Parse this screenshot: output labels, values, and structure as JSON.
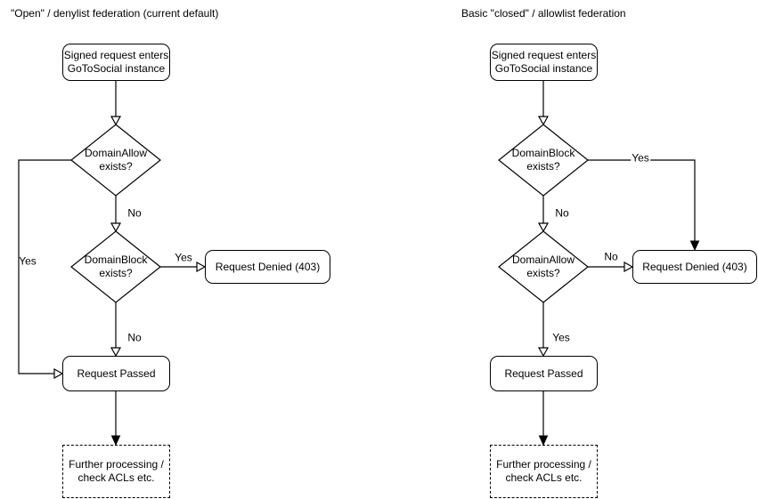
{
  "colors": {
    "stroke": "#000000",
    "background": "#ffffff",
    "text": "#000000"
  },
  "diagram_left": {
    "title": "\"Open\" / denylist federation (current default)",
    "nodes": {
      "start": "Signed request enters\nGoToSocial instance",
      "decision1": "DomainAllow\nexists?",
      "decision2": "DomainBlock\nexists?",
      "denied": "Request Denied (403)",
      "passed": "Request Passed",
      "further": "Further processing /\ncheck ACLs etc."
    },
    "edge_labels": {
      "decision1_yes": "Yes",
      "decision1_no": "No",
      "decision2_yes": "Yes",
      "decision2_no": "No"
    }
  },
  "diagram_right": {
    "title": "Basic \"closed\" / allowlist federation",
    "nodes": {
      "start": "Signed request enters\nGoToSocial instance",
      "decision1": "DomainBlock\nexists?",
      "decision2": "DomainAllow\nexists?",
      "denied": "Request Denied (403)",
      "passed": "Request Passed",
      "further": "Further processing /\ncheck ACLs etc."
    },
    "edge_labels": {
      "decision1_yes": "Yes",
      "decision1_no": "No",
      "decision2_no": "No",
      "decision2_yes": "Yes"
    }
  }
}
